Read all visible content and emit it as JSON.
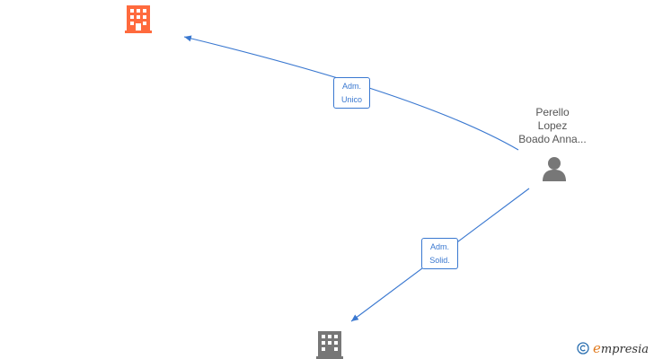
{
  "nodes": {
    "company_top": {
      "icon": "building-icon",
      "color": "#ff6a3d"
    },
    "person": {
      "icon": "person-icon",
      "color": "#777777",
      "name_lines": [
        "Perello",
        "Lopez",
        "Boado Anna..."
      ]
    },
    "company_bottom": {
      "icon": "building-icon",
      "color": "#777777"
    }
  },
  "edges": [
    {
      "from": "person",
      "to": "company_top",
      "label_lines": [
        "Adm.",
        "Unico"
      ]
    },
    {
      "from": "person",
      "to": "company_bottom",
      "label_lines": [
        "Adm.",
        "Solid."
      ]
    }
  ],
  "edge_color": "#3a78d0",
  "footer": {
    "copyright_icon": "copyright-icon",
    "logo_first": "e",
    "logo_rest": "mpresia"
  }
}
